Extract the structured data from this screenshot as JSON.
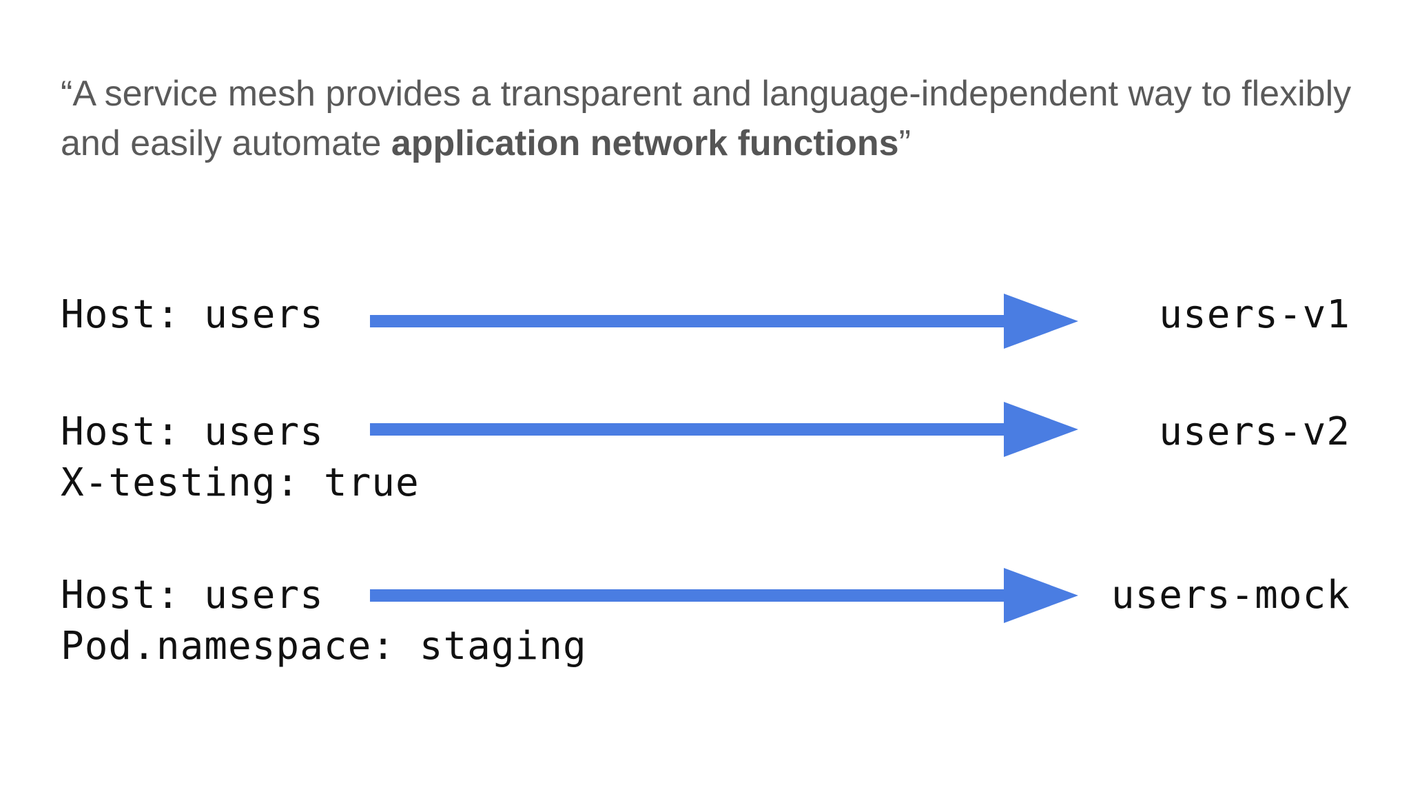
{
  "quote": {
    "line1": "“A service mesh provides a transparent and language-independent way to flexibly",
    "line2_normal": "and easily automate ",
    "line2_bold": "application network functions",
    "line2_suffix": "”"
  },
  "routes": [
    {
      "match_lines": [
        "Host: users"
      ],
      "destination": "users-v1"
    },
    {
      "match_lines": [
        "Host: users",
        "X-testing: true"
      ],
      "destination": "users-v2"
    },
    {
      "match_lines": [
        "Host: users",
        "Pod.namespace: staging"
      ],
      "destination": "users-mock"
    }
  ],
  "colors": {
    "arrow": "#4a7de2",
    "quote_text": "#5a5a5a",
    "code_text": "#111111",
    "background": "#ffffff"
  }
}
